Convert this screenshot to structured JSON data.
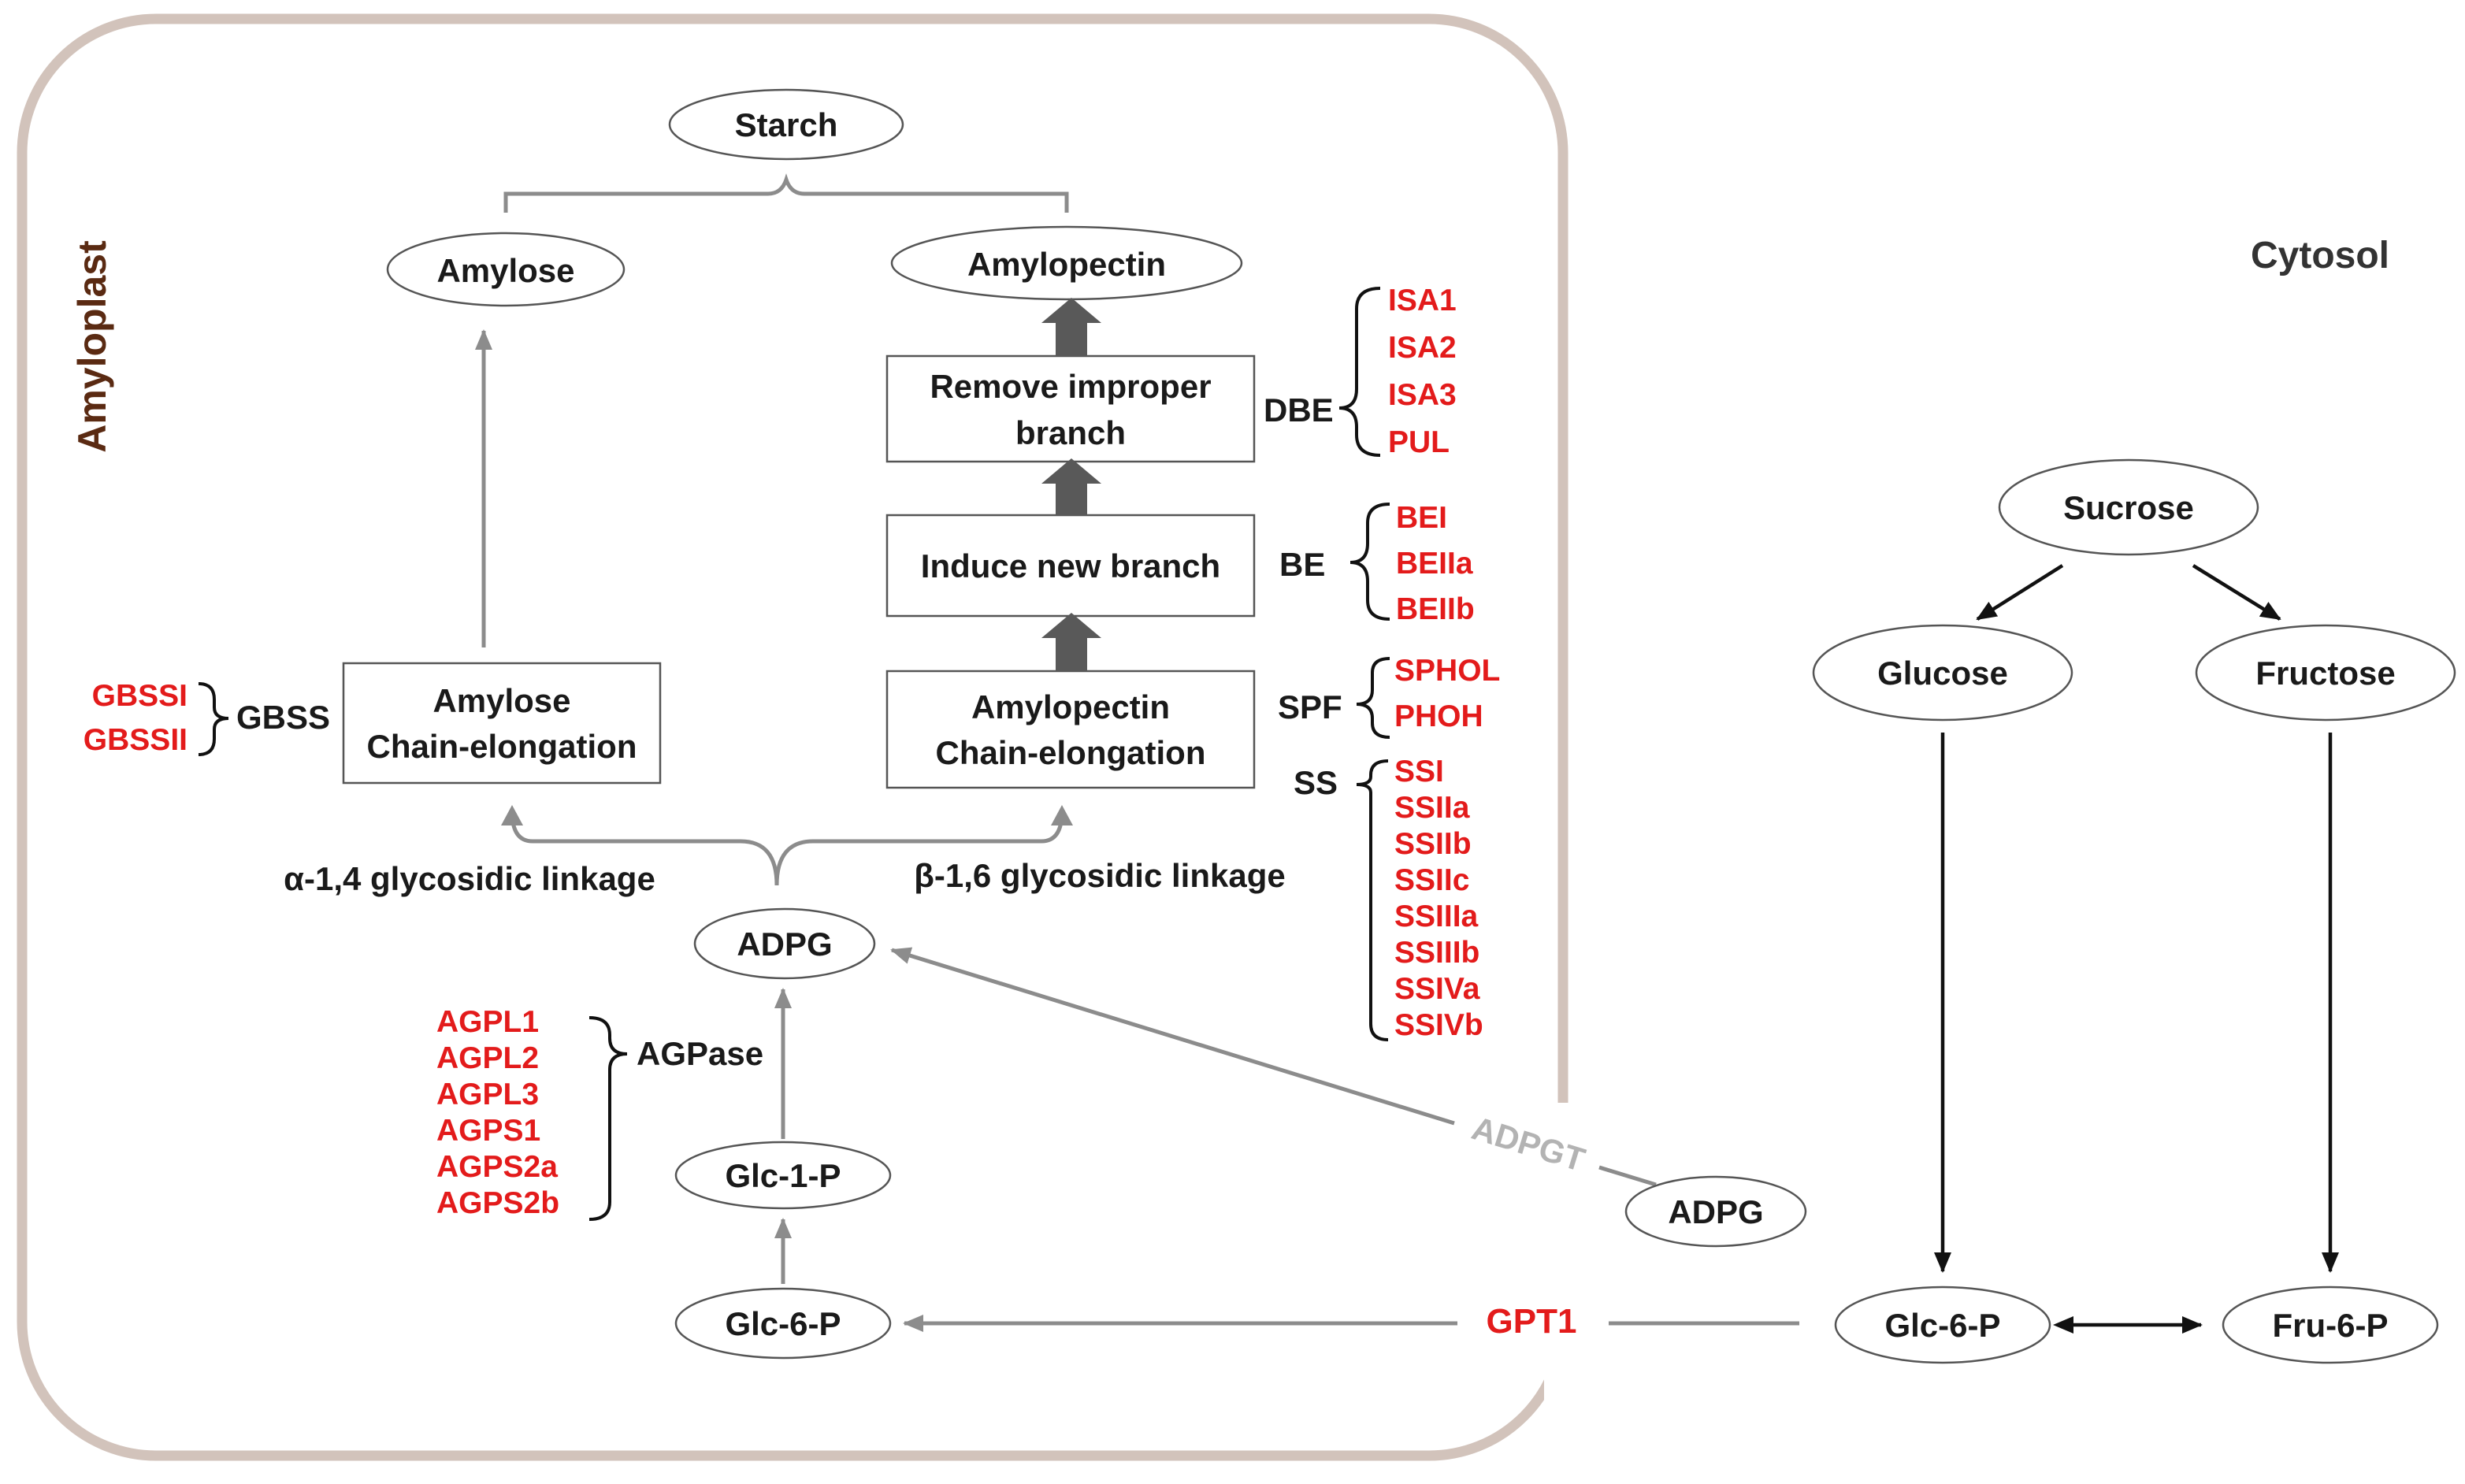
{
  "compartments": {
    "amyloplast": "Amyloplast",
    "cytosol": "Cytosol"
  },
  "colors": {
    "enzyme": "#e31b1b",
    "amyloplast_border": "#d2c3bb",
    "amyloplast_label": "#5a2a12",
    "gray_arrow": "#8c8c8c",
    "dark_arrow": "#595959"
  },
  "nodes": {
    "starch": "Starch",
    "amylose": "Amylose",
    "amylopectin": "Amylopectin",
    "adpg_inner": "ADPG",
    "glc1p": "Glc-1-P",
    "glc6p_inner": "Glc-6-P",
    "adpg_outer": "ADPG",
    "sucrose": "Sucrose",
    "glucose": "Glucose",
    "fructose": "Fructose",
    "glc6p_cyto": "Glc-6-P",
    "fru6p": "Fru-6-P"
  },
  "boxes": {
    "amylose_chain": [
      "Amylose",
      "Chain-elongation"
    ],
    "amylopectin_chain": [
      "Amylopectin",
      "Chain-elongation"
    ],
    "new_branch": [
      "Induce new branch"
    ],
    "improper_branch": [
      "Remove improper",
      "branch"
    ]
  },
  "linkages": {
    "alpha": "α-1,4 glycosidic linkage",
    "beta": "β-1,6 glycosidic linkage"
  },
  "enzyme_groups": {
    "gbss": {
      "label": "GBSS",
      "members": [
        "GBSSI",
        "GBSSII"
      ]
    },
    "agpase": {
      "label": "AGPase",
      "members": [
        "AGPL1",
        "AGPL2",
        "AGPL3",
        "AGPS1",
        "AGPS2a",
        "AGPS2b"
      ]
    },
    "dbe": {
      "label": "DBE",
      "members": [
        "ISA1",
        "ISA2",
        "ISA3",
        "PUL"
      ]
    },
    "be": {
      "label": "BE",
      "members": [
        "BEI",
        "BEIIa",
        "BEIIb"
      ]
    },
    "spf": {
      "label": "SPF",
      "members": [
        "SPHOL",
        "PHOH"
      ]
    },
    "ss": {
      "label": "SS",
      "members": [
        "SSI",
        "SSIIa",
        "SSIIb",
        "SSIIc",
        "SSIIIa",
        "SSIIIb",
        "SSIVa",
        "SSIVb"
      ]
    }
  },
  "transporters": {
    "adpgt": "ADPGT",
    "gpt1": "GPT1"
  }
}
